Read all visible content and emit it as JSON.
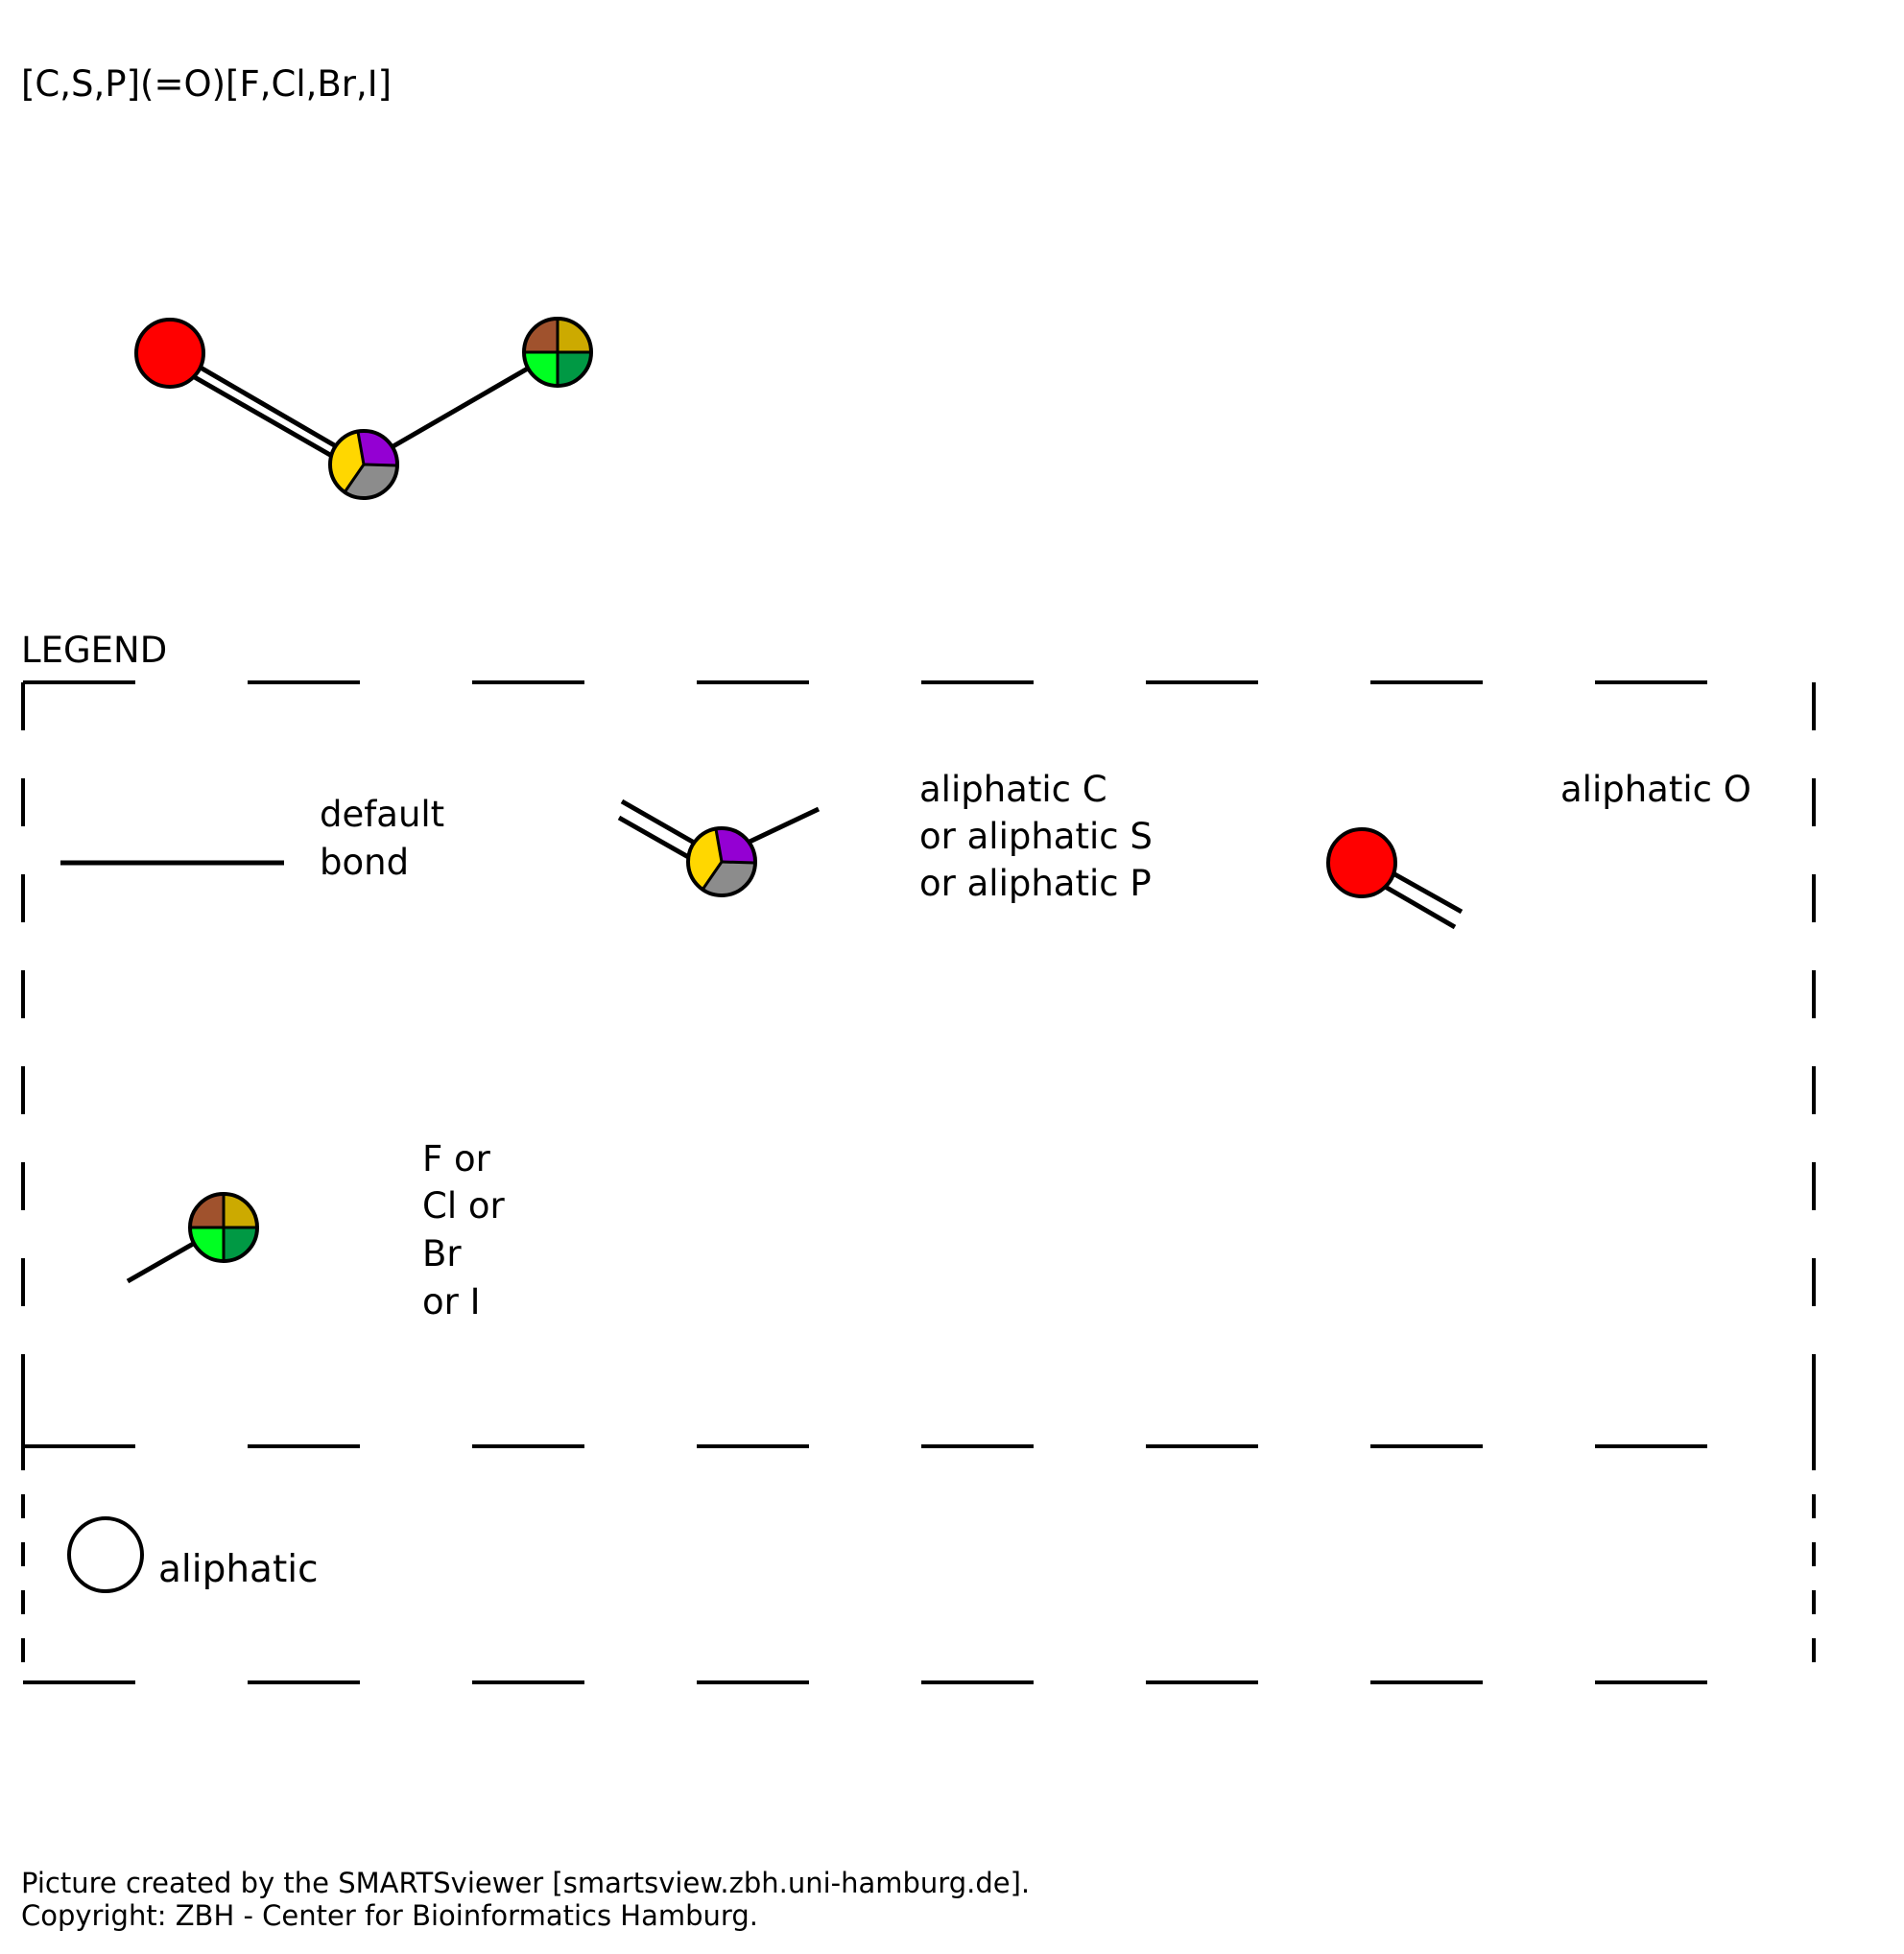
{
  "smarts": "[C,S,P](=O)[F,Cl,Br,I]",
  "legend": {
    "title": "LEGEND",
    "items": {
      "bond": [
        "default",
        "bond"
      ],
      "csp": [
        "aliphatic C",
        "or aliphatic S",
        "or aliphatic P"
      ],
      "oxygen": [
        "aliphatic O"
      ],
      "halogen": [
        "F or",
        "Cl or",
        "Br",
        "or I"
      ],
      "aliphatic": "aliphatic"
    }
  },
  "colors": {
    "oxygen": "#ff0000",
    "carbon": "#8c8c8c",
    "sulfur": "#ffd700",
    "phosphorus": "#9400d3",
    "fluorine": "#00ff22",
    "chlorine": "#009944",
    "bromine": "#a0522d",
    "iodine": "#ccaa00",
    "stroke": "#000000"
  },
  "footer": {
    "line1": "Picture created by the SMARTSviewer [smartsview.zbh.uni-hamburg.de].",
    "line2": "Copyright: ZBH - Center for Bioinformatics Hamburg."
  }
}
